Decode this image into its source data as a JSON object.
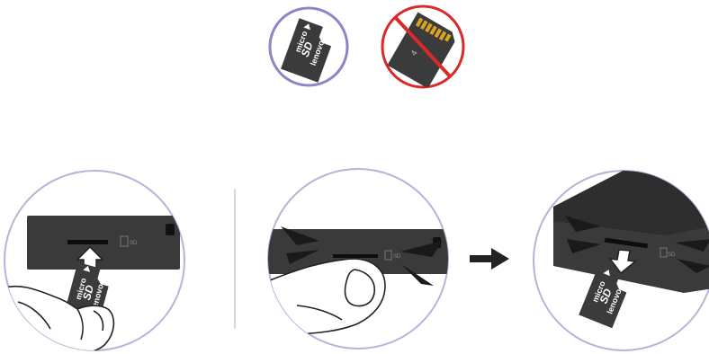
{
  "colors": {
    "correct_ring": "#8c86c6",
    "wrong_ring": "#d82a2a",
    "step_ring": "#b7b3d8",
    "device_body": "#3a3a3a",
    "device_edge": "#2a2a2a",
    "card_body": "#3b3b3b",
    "separator": "#c8c8c8",
    "arrow": "#222222"
  },
  "top_examples": {
    "correct": {
      "icon": "microsd-card-icon",
      "card_text": {
        "micro": "micro",
        "sd": "SD",
        "brand": "lenovo"
      }
    },
    "wrong": {
      "icon": "full-size-sd-card-crossed-out-icon",
      "card_text": {
        "brand": "4"
      }
    }
  },
  "steps": [
    {
      "icon": "insert-card-into-slot-icon",
      "card_text": {
        "micro": "micro",
        "sd": "SD",
        "brand": "lenovo"
      },
      "slot_label": "SD"
    },
    {
      "icon": "press-card-to-release-icon",
      "slot_label": "SD"
    },
    {
      "icon": "card-ejected-icon",
      "card_text": {
        "micro": "micro",
        "sd": "SD",
        "brand": "lenovo"
      },
      "slot_label": "SD"
    }
  ],
  "between_arrow_icon": "right-arrow-icon"
}
